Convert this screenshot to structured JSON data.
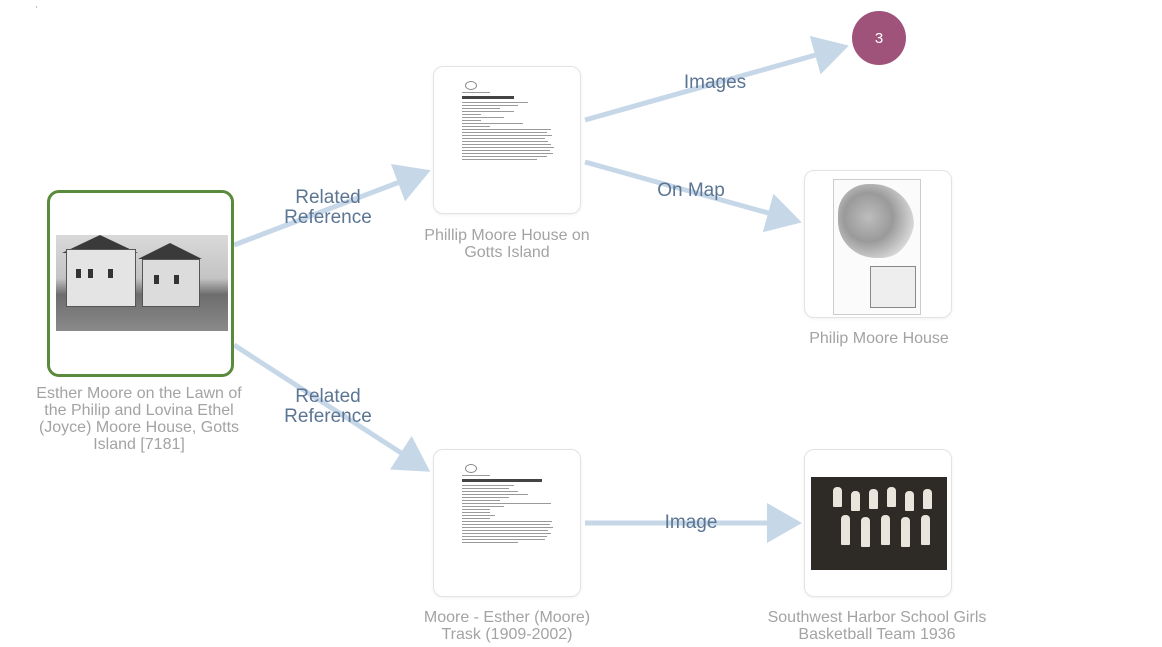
{
  "nodes": {
    "esther_lawn": {
      "label": "Esther Moore on the Lawn of the Philip and Lovina Ethel (Joyce) Moore House, Gotts Island [7181]"
    },
    "phillip_house_doc": {
      "label": "Phillip Moore House on Gotts Island"
    },
    "philip_house_map": {
      "label": "Philip Moore House"
    },
    "esther_trask_doc": {
      "label": "Moore - Esther (Moore) Trask (1909-2002)"
    },
    "basketball_team": {
      "label": "Southwest Harbor School Girls Basketball Team 1936"
    },
    "images_count": {
      "label": "3"
    }
  },
  "edges": {
    "related_ref_top": "Related\nReference",
    "related_ref_bottom": "Related\nReference",
    "images": "Images",
    "on_map": "On Map",
    "image": "Image"
  },
  "colors": {
    "edge": "#c6d7e8",
    "edge_label": "#5b7593",
    "selected_border": "#5a8a3c",
    "count_node": "#a0537a",
    "node_label": "#a3a3a3"
  }
}
